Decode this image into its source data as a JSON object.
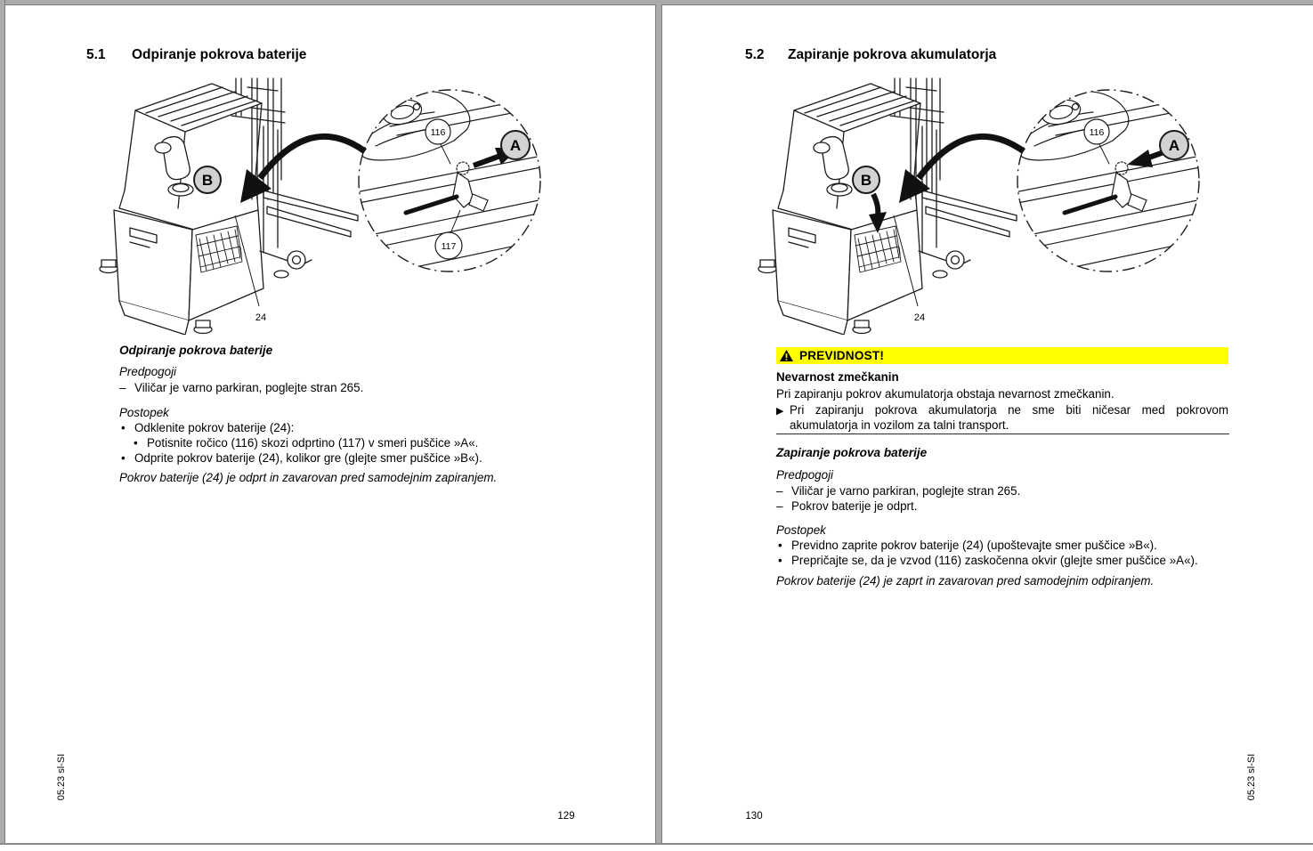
{
  "viewer": {
    "left_page_number": "129",
    "right_page_number": "130",
    "edge_label": "05.23 sl-SI"
  },
  "markers": {
    "bullet": "•",
    "dash": "–",
    "action": "▶"
  },
  "figure": {
    "detail_116": "116",
    "detail_117": "117",
    "dir_a": "A",
    "dir_b": "B",
    "part_24": "24"
  },
  "left_page": {
    "section_number": "5.1",
    "section_title": "Odpiranje pokrova baterije",
    "subheading": "Odpiranje pokrova baterije",
    "prerequisites_label": "Predpogoji",
    "prerequisites": [
      "Viličar je varno parkiran, poglejte stran 265."
    ],
    "procedure_label": "Postopek",
    "steps": {
      "step1": "Odklenite pokrov baterije (24):",
      "step1_sub": "Potisnite ročico (116) skozi odprtino (117) v smeri puščice »A«.",
      "step2": "Odprite pokrov baterije (24), kolikor gre (glejte smer puščice »B«)."
    },
    "result": "Pokrov baterije (24) je odprt in zavarovan pred samodejnim zapiranjem."
  },
  "right_page": {
    "section_number": "5.2",
    "section_title": "Zapiranje pokrova akumulatorja",
    "warning": {
      "color": "#ffff00",
      "label": "PREVIDNOST!",
      "hazard_title": "Nevarnost zmečkanin",
      "hazard_text": "Pri zapiranju pokrov akumulatorja obstaja nevarnost zmečkanin.",
      "instruction": "Pri zapiranju pokrova akumulatorja ne sme biti ničesar med pokrovom akumulatorja in vozilom za talni transport."
    },
    "subheading": "Zapiranje pokrova baterije",
    "prerequisites_label": "Predpogoji",
    "prerequisites": [
      "Viličar je varno parkiran, poglejte stran 265.",
      "Pokrov baterije je odprt."
    ],
    "procedure_label": "Postopek",
    "steps": {
      "step1": "Previdno zaprite pokrov baterije (24) (upoštevajte smer puščice »B«).",
      "step2": "Prepričajte se, da je vzvod (116) zaskočenna okvir (glejte smer puščice »A«)."
    },
    "result": "Pokrov baterije (24) je zaprt in zavarovan pred samodejnim odpiranjem."
  }
}
